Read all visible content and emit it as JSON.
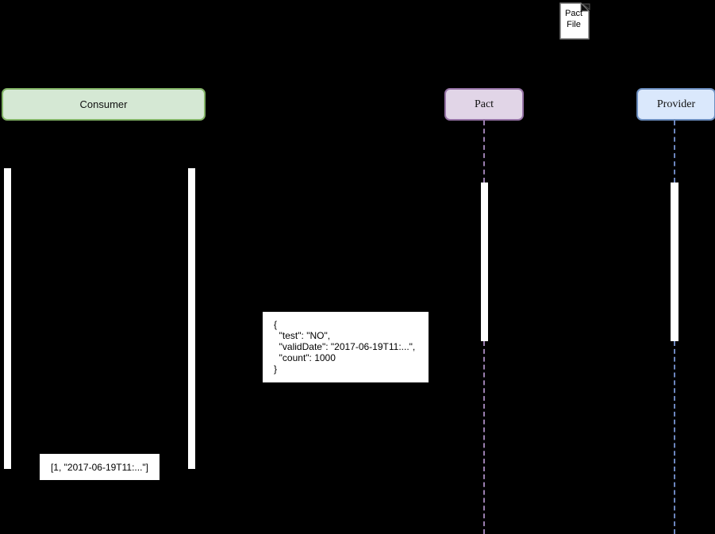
{
  "diagram": {
    "background_color": "#000000",
    "pact_file": {
      "label": "Pact File"
    },
    "participants": {
      "consumer": {
        "label": "Consumer",
        "fill": "#d5e8d4",
        "border": "#82b366"
      },
      "pact": {
        "label": "Pact",
        "fill": "#e1d5e7",
        "border": "#9673a6",
        "lifeline_color": "#9b7fb0"
      },
      "provider": {
        "label": "Provider",
        "fill": "#dae8fc",
        "border": "#6c8ebf",
        "lifeline_color": "#6d87bf"
      }
    },
    "json_note": {
      "lines": {
        "0": "{",
        "1": "  \"test\": \"NO\",",
        "2": "  \"validDate\": \"2017-06-19T11:...\",",
        "3": "  \"count\": 1000",
        "4": "}"
      }
    },
    "result_label": {
      "text": "[1, \"2017-06-19T11:...\"]"
    }
  }
}
